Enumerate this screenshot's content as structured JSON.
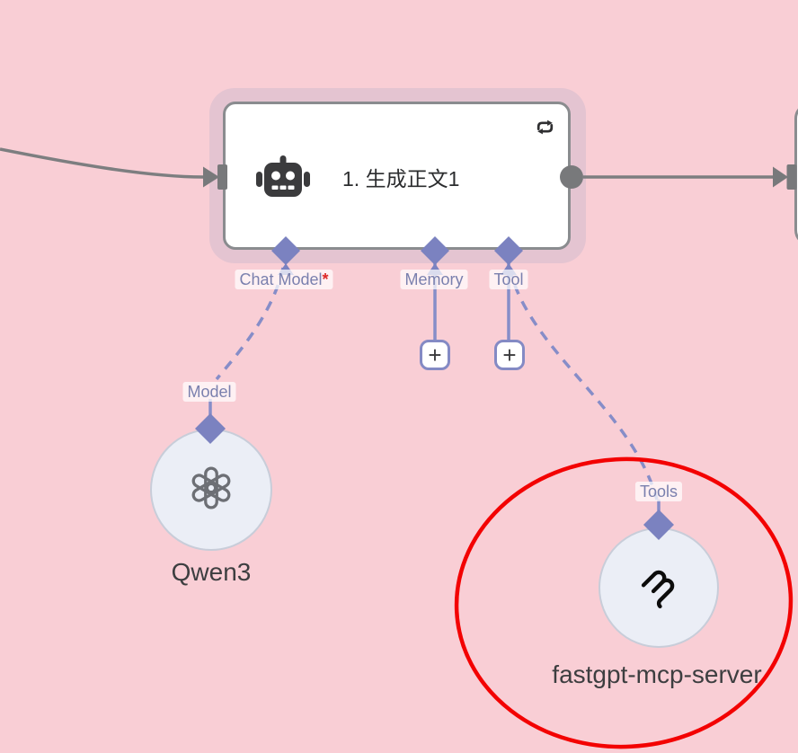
{
  "canvas": {
    "type": "workflow-editor",
    "colors": {
      "background": "#f9ced5",
      "selection_halo": "#e4c4d1",
      "node_border": "#8a8c8f",
      "edge_gray": "#7d7e80",
      "connector_purple": "#7b82c0",
      "line_purple": "#868dc8",
      "port_label_text": "#7a80ae",
      "required_red": "#de2828",
      "circle_fill": "#ebeef6",
      "circle_border": "#c8cdd9",
      "annotation_red": "#f30202"
    }
  },
  "main_node": {
    "title": "1. 生成正文1",
    "icon": "robot-icon",
    "corner_icon": "repeat-cycle-icon"
  },
  "ports": {
    "chat_model": {
      "label": "Chat Model",
      "required_marker": "*"
    },
    "memory": {
      "label": "Memory",
      "add_button": "+"
    },
    "tool": {
      "label": "Tool",
      "add_button": "+"
    }
  },
  "sub_nodes": {
    "model": {
      "port_label": "Model",
      "name": "Qwen3",
      "icon": "openai-logo-icon"
    },
    "tools": {
      "port_label": "Tools",
      "name": "fastgpt-mcp-server",
      "icon": "mcp-logo-icon"
    }
  },
  "annotation": {
    "type": "hand-drawn red ellipse around tools sub-node",
    "color": "#f30202"
  }
}
